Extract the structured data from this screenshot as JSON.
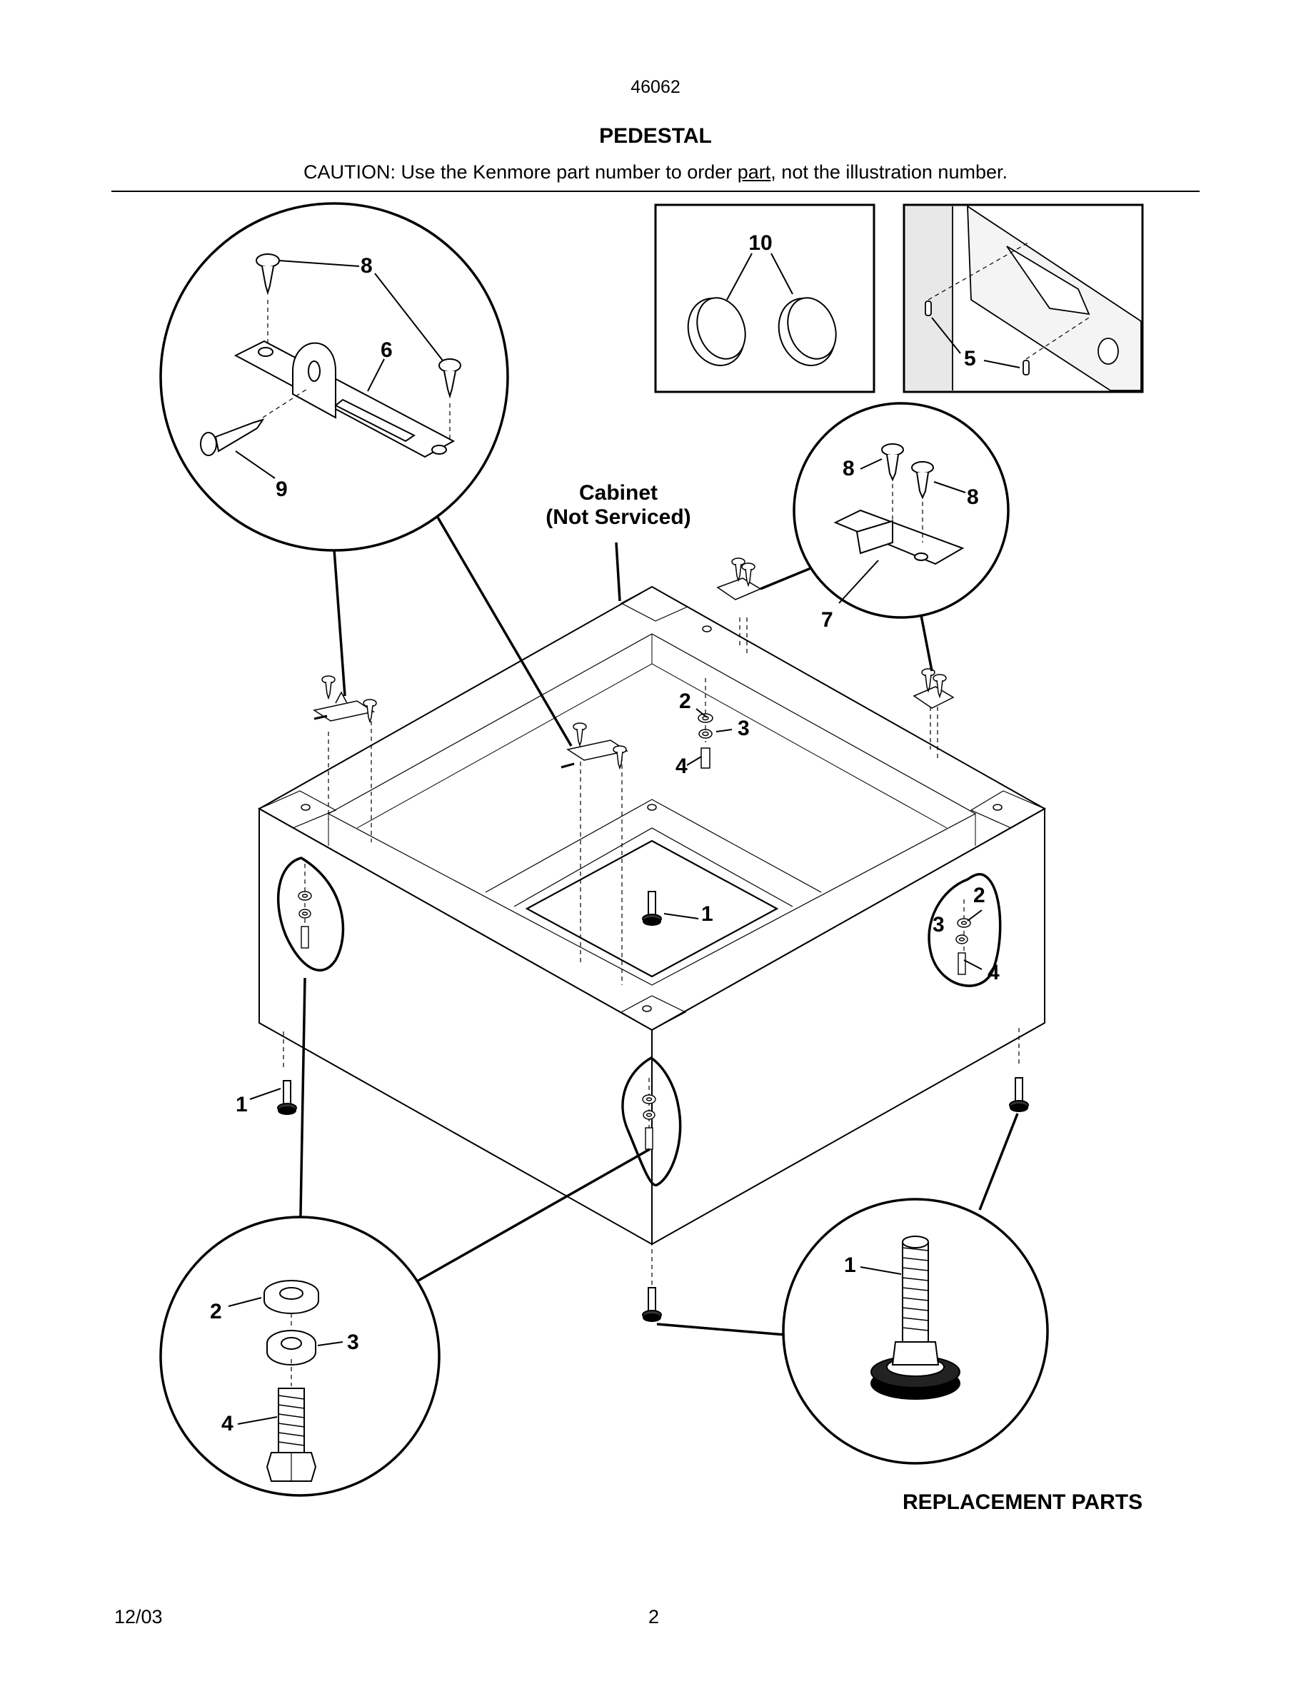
{
  "header": {
    "doc_number": "46062",
    "title": "PEDESTAL",
    "caution_before": "CAUTION: Use the Kenmore part number to order ",
    "caution_underlined": "part",
    "caution_after": ", not the illustration number."
  },
  "diagram": {
    "cabinet_label_line1": "Cabinet",
    "cabinet_label_line2": "(Not Serviced)",
    "callouts": {
      "c1": "1",
      "c2": "2",
      "c3": "3",
      "c4": "4",
      "c5": "5",
      "c6": "6",
      "c7": "7",
      "c8": "8",
      "c9": "9",
      "c10": "10"
    }
  },
  "footer": {
    "section_label": "REPLACEMENT PARTS",
    "date": "12/03",
    "page_number": "2"
  }
}
